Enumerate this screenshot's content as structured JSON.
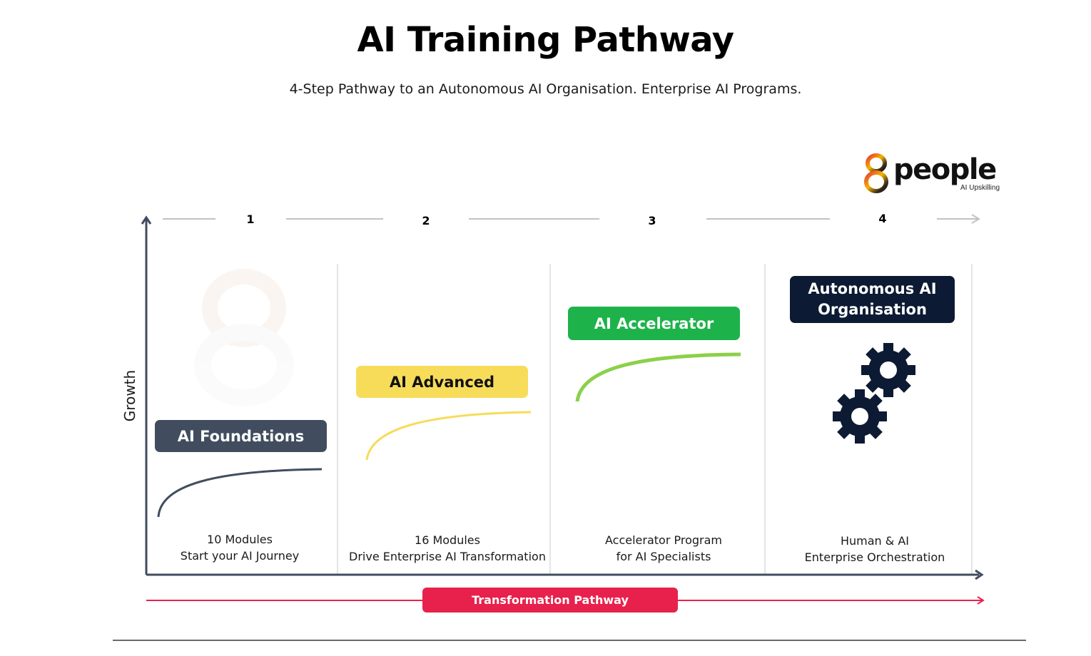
{
  "header": {
    "title": "AI Training Pathway",
    "subtitle": "4-Step Pathway to an Autonomous AI Organisation. Enterprise AI Programs."
  },
  "logo": {
    "word": "people",
    "tagline": "AI Upskilling"
  },
  "axis": {
    "y_label": "Growth"
  },
  "steps": [
    {
      "number": "1",
      "name": "AI Foundations",
      "line1": "10 Modules",
      "line2": "Start your AI Journey",
      "color": "#414d5f"
    },
    {
      "number": "2",
      "name": "AI Advanced",
      "line1": "16 Modules",
      "line2": "Drive Enterprise AI Transformation",
      "color": "#f7dc5a"
    },
    {
      "number": "3",
      "name": "AI Accelerator",
      "line1": "Accelerator Program",
      "line2": "for AI Specialists",
      "color": "#1db34a"
    },
    {
      "number": "4",
      "name": "Autonomous AI Organisation",
      "line1": "Human & AI",
      "line2": "Enterprise Orchestration",
      "color": "#0c1a33"
    }
  ],
  "footer": {
    "pathway_label": "Transformation Pathway",
    "accent": "#e8214c"
  },
  "icons": [
    "eight-logo-icon",
    "gears-icon",
    "watermark-eight-icon"
  ]
}
